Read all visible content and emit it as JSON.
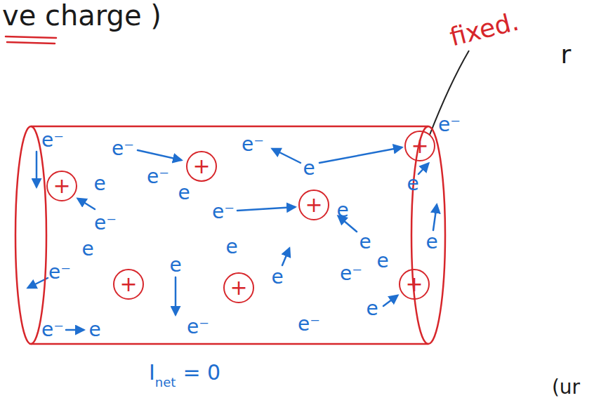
{
  "diagram": {
    "nodes": [
      {
        "text": [
          "I",
          "net",
          "= 0"
        ]
      },
      {
        "text": [
          "+"
        ],
        "in": 0
      },
      {
        "text": [
          "+"
        ],
        "in": 0
      },
      {
        "text": [
          "+"
        ],
        "in": 0
      },
      {
        "text": [
          "+"
        ],
        "in": 0
      },
      {
        "text": [
          "+"
        ],
        "in": 0
      },
      {
        "text": [
          "+"
        ],
        "in": 0
      },
      {
        "text": [
          "+"
        ],
        "in": 0
      }
    ],
    "labels": [
      "ve charge )",
      "fixed.",
      "r",
      "e⁻",
      "e",
      "e⁻",
      "e⁻",
      "e",
      "e⁻",
      "e",
      "e⁻",
      "e⁻",
      "e",
      "e",
      "e",
      "e",
      "e⁻",
      "e",
      "e⁻",
      "e⁻",
      "e",
      "e",
      "e⁻",
      "e",
      "e",
      "e⁻",
      "e⁻",
      "e",
      "e",
      "(ur"
    ]
  }
}
